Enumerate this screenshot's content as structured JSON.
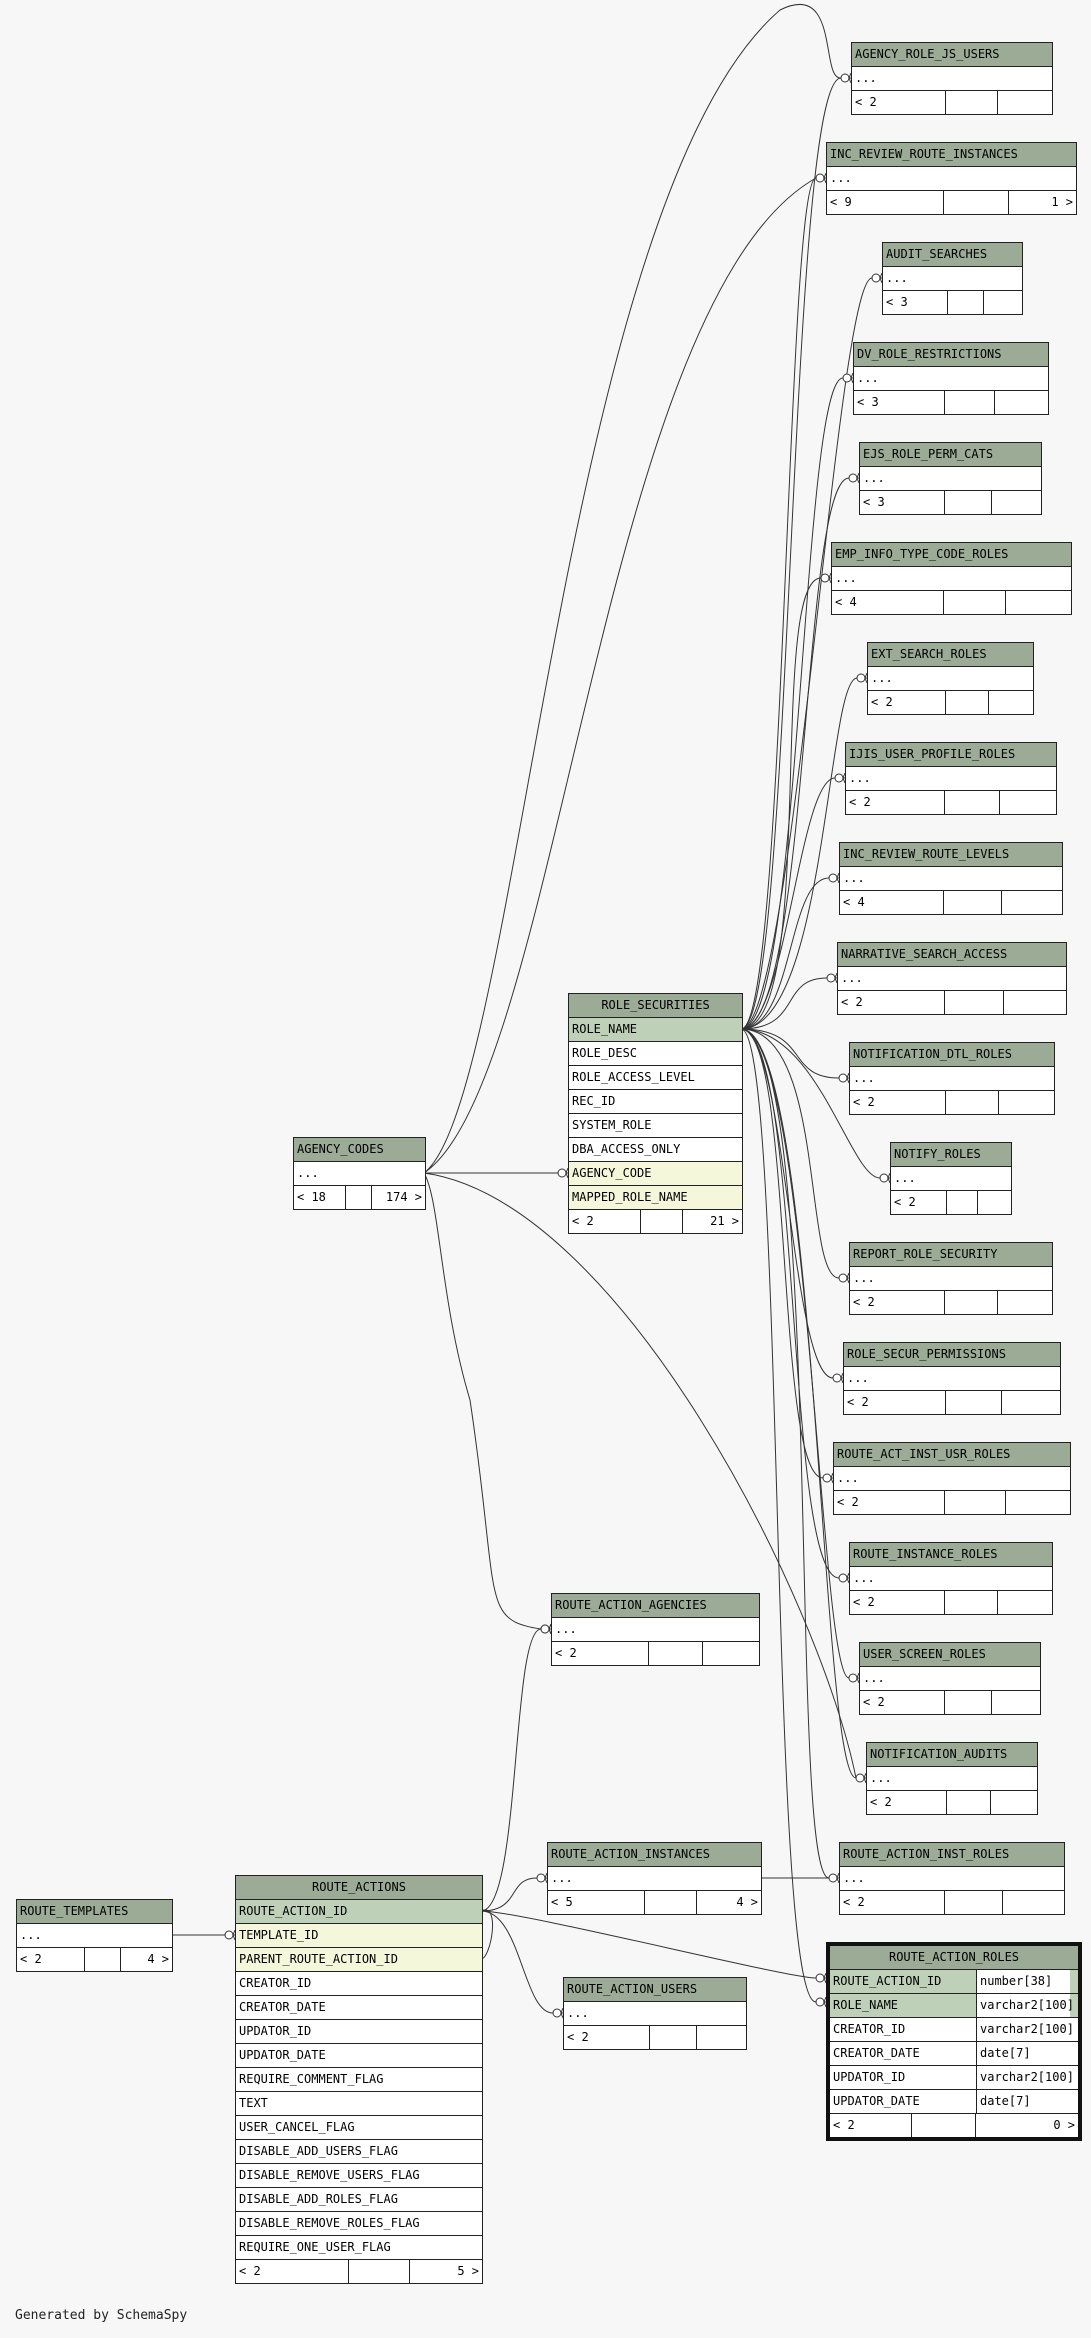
{
  "footer_text": "Generated by SchemaSpy",
  "line_color": "#333333",
  "tables": {
    "agency_role_js_users": {
      "name": "AGENCY_ROLE_JS_USERS",
      "cols": [
        "..."
      ],
      "footer": [
        "< 2",
        "",
        ""
      ]
    },
    "inc_review_route_instances": {
      "name": "INC_REVIEW_ROUTE_INSTANCES",
      "cols": [
        "..."
      ],
      "footer": [
        "< 9",
        "",
        "1 >"
      ]
    },
    "audit_searches": {
      "name": "AUDIT_SEARCHES",
      "cols": [
        "..."
      ],
      "footer": [
        "< 3",
        "",
        ""
      ]
    },
    "dv_role_restrictions": {
      "name": "DV_ROLE_RESTRICTIONS",
      "cols": [
        "..."
      ],
      "footer": [
        "< 3",
        "",
        ""
      ]
    },
    "ejs_role_perm_cats": {
      "name": "EJS_ROLE_PERM_CATS",
      "cols": [
        "..."
      ],
      "footer": [
        "< 3",
        "",
        ""
      ]
    },
    "emp_info_type_code_roles": {
      "name": "EMP_INFO_TYPE_CODE_ROLES",
      "cols": [
        "..."
      ],
      "footer": [
        "< 4",
        "",
        ""
      ]
    },
    "ext_search_roles": {
      "name": "EXT_SEARCH_ROLES",
      "cols": [
        "..."
      ],
      "footer": [
        "< 2",
        "",
        ""
      ]
    },
    "ijis_user_profile_roles": {
      "name": "IJIS_USER_PROFILE_ROLES",
      "cols": [
        "..."
      ],
      "footer": [
        "< 2",
        "",
        ""
      ]
    },
    "inc_review_route_levels": {
      "name": "INC_REVIEW_ROUTE_LEVELS",
      "cols": [
        "..."
      ],
      "footer": [
        "< 4",
        "",
        ""
      ]
    },
    "narrative_search_access": {
      "name": "NARRATIVE_SEARCH_ACCESS",
      "cols": [
        "..."
      ],
      "footer": [
        "< 2",
        "",
        ""
      ]
    },
    "notification_dtl_roles": {
      "name": "NOTIFICATION_DTL_ROLES",
      "cols": [
        "..."
      ],
      "footer": [
        "< 2",
        "",
        ""
      ]
    },
    "notify_roles": {
      "name": "NOTIFY_ROLES",
      "cols": [
        "..."
      ],
      "footer": [
        "< 2",
        "",
        ""
      ]
    },
    "report_role_security": {
      "name": "REPORT_ROLE_SECURITY",
      "cols": [
        "..."
      ],
      "footer": [
        "< 2",
        "",
        ""
      ]
    },
    "role_secur_permissions": {
      "name": "ROLE_SECUR_PERMISSIONS",
      "cols": [
        "..."
      ],
      "footer": [
        "< 2",
        "",
        ""
      ]
    },
    "route_act_inst_usr_roles": {
      "name": "ROUTE_ACT_INST_USR_ROLES",
      "cols": [
        "..."
      ],
      "footer": [
        "< 2",
        "",
        ""
      ]
    },
    "route_instance_roles": {
      "name": "ROUTE_INSTANCE_ROLES",
      "cols": [
        "..."
      ],
      "footer": [
        "< 2",
        "",
        ""
      ]
    },
    "user_screen_roles": {
      "name": "USER_SCREEN_ROLES",
      "cols": [
        "..."
      ],
      "footer": [
        "< 2",
        "",
        ""
      ]
    },
    "notification_audits": {
      "name": "NOTIFICATION_AUDITS",
      "cols": [
        "..."
      ],
      "footer": [
        "< 2",
        "",
        ""
      ]
    },
    "route_action_inst_roles": {
      "name": "ROUTE_ACTION_INST_ROLES",
      "cols": [
        "..."
      ],
      "footer": [
        "< 2",
        "",
        ""
      ]
    },
    "role_securities": {
      "name": "ROLE_SECURITIES",
      "cols": [
        "ROLE_NAME",
        "ROLE_DESC",
        "ROLE_ACCESS_LEVEL",
        "REC_ID",
        "SYSTEM_ROLE",
        "DBA_ACCESS_ONLY",
        "AGENCY_CODE",
        "MAPPED_ROLE_NAME"
      ],
      "kinds": [
        "pk",
        "",
        "",
        "",
        "",
        "",
        "fk",
        "fk"
      ],
      "footer": [
        "< 2",
        "",
        "21 >"
      ]
    },
    "agency_codes": {
      "name": "AGENCY_CODES",
      "cols": [
        "..."
      ],
      "footer": [
        "< 18",
        "",
        "174 >"
      ]
    },
    "route_action_agencies": {
      "name": "ROUTE_ACTION_AGENCIES",
      "cols": [
        "..."
      ],
      "footer": [
        "< 2",
        "",
        ""
      ]
    },
    "route_action_instances": {
      "name": "ROUTE_ACTION_INSTANCES",
      "cols": [
        "..."
      ],
      "footer": [
        "< 5",
        "",
        "4 >"
      ]
    },
    "route_action_users": {
      "name": "ROUTE_ACTION_USERS",
      "cols": [
        "..."
      ],
      "footer": [
        "< 2",
        "",
        ""
      ]
    },
    "route_templates": {
      "name": "ROUTE_TEMPLATES",
      "cols": [
        "..."
      ],
      "footer": [
        "< 2",
        "",
        "4 >"
      ]
    },
    "route_actions": {
      "name": "ROUTE_ACTIONS",
      "cols": [
        "ROUTE_ACTION_ID",
        "TEMPLATE_ID",
        "PARENT_ROUTE_ACTION_ID",
        "CREATOR_ID",
        "CREATOR_DATE",
        "UPDATOR_ID",
        "UPDATOR_DATE",
        "REQUIRE_COMMENT_FLAG",
        "TEXT",
        "USER_CANCEL_FLAG",
        "DISABLE_ADD_USERS_FLAG",
        "DISABLE_REMOVE_USERS_FLAG",
        "DISABLE_ADD_ROLES_FLAG",
        "DISABLE_REMOVE_ROLES_FLAG",
        "REQUIRE_ONE_USER_FLAG"
      ],
      "kinds": [
        "pk",
        "fk",
        "fk",
        "",
        "",
        "",
        "",
        "",
        "",
        "",
        "",
        "",
        "",
        "",
        ""
      ],
      "footer": [
        "< 2",
        "",
        "5 >"
      ]
    },
    "route_action_roles": {
      "name": "ROUTE_ACTION_ROLES",
      "cols": [
        "ROUTE_ACTION_ID",
        "ROLE_NAME",
        "CREATOR_ID",
        "CREATOR_DATE",
        "UPDATOR_ID",
        "UPDATOR_DATE"
      ],
      "types": [
        "number[38]",
        "varchar2[100]",
        "varchar2[100]",
        "date[7]",
        "varchar2[100]",
        "date[7]"
      ],
      "kinds": [
        "pk",
        "pk",
        "",
        "",
        "",
        ""
      ],
      "footer": [
        "< 2",
        "",
        "0 >"
      ]
    }
  }
}
